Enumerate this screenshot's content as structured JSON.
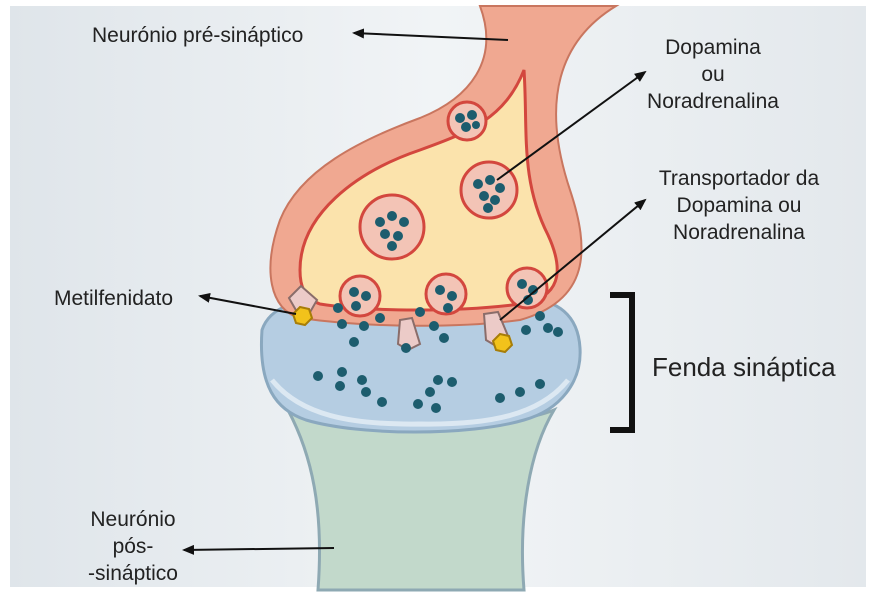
{
  "labels": {
    "presynaptic": "Neurónio pré-sináptico",
    "dopamine": [
      "Dopamina",
      "ou",
      "Noradrenalina"
    ],
    "transporter": [
      "Transportador da",
      "Dopamina ou",
      "Noradrenalina"
    ],
    "methylphenidate": "Metilfenidato",
    "cleft": "Fenda sináptica",
    "postsynaptic": [
      "Neurónio",
      "pós-",
      "-sináptico"
    ]
  },
  "colors": {
    "background": "#e6ebef",
    "presynaptic_membrane": "#f0a891",
    "presynaptic_interior": "#fbe3ac",
    "vesicle_ring": "#d3473e",
    "neurotransmitter": "#1d5d6e",
    "cleft_region": "#b5cde2",
    "postsynaptic": "#c2d9cb",
    "drug": "#f2c21b",
    "transporter": "#eccbc8"
  }
}
